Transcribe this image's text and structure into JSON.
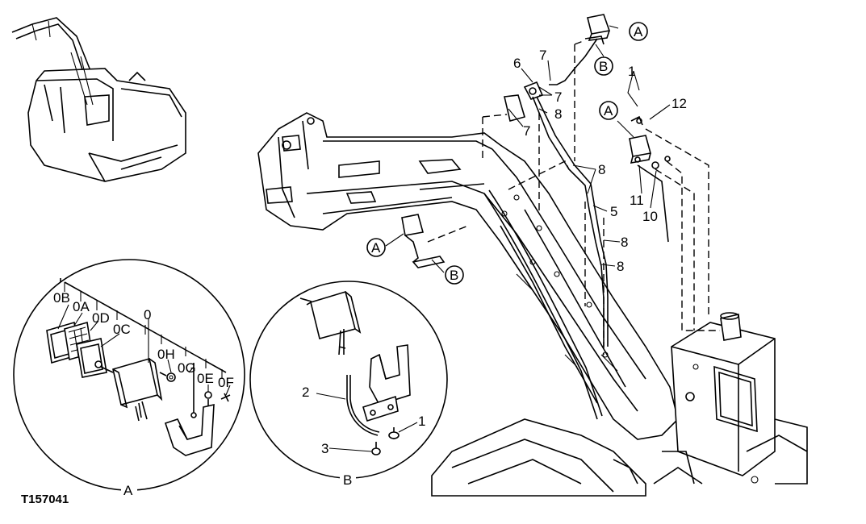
{
  "figure_id": "T157041",
  "callouts": {
    "main": [
      "1",
      "12",
      "A",
      "B",
      "A",
      "11",
      "10",
      "6",
      "7",
      "7",
      "8",
      "7",
      "8",
      "5",
      "8",
      "8",
      "A",
      "B"
    ],
    "detail_a": [
      "0B",
      "0A",
      "0D",
      "0C",
      "0",
      "0H",
      "0G",
      "0E",
      "0F"
    ],
    "detail_b": [
      "2",
      "3",
      "1"
    ]
  },
  "detail_labels": {
    "a": "A",
    "b": "B"
  }
}
